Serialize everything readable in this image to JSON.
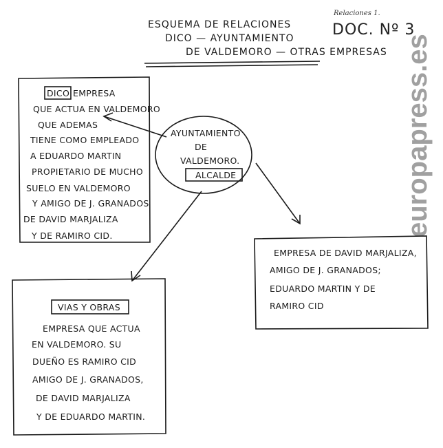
{
  "header": {
    "title_lines": [
      "ESQUEMA DE RELACIONES",
      "DICO — AYUNTAMIENTO",
      "DE VALDEMORO — OTRAS EMPRESAS"
    ],
    "note": "Relaciones 1.",
    "doc_number": "DOC. Nº 3"
  },
  "watermark": "europapress.es",
  "dico_box": {
    "label": "DICO",
    "lines": [
      "EMPRESA",
      "QUE ACTUA EN VALDEMORO",
      "QUE ADEMAS",
      "TIENE COMO EMPLEADO",
      "A EDUARDO MARTIN",
      "PROPIETARIO DE MUCHO",
      "SUELO EN VALDEMORO",
      "Y AMIGO DE J. GRANADOS",
      "DE DAVID MARJALIZA",
      "Y DE RAMIRO CID."
    ]
  },
  "ayuntamiento": {
    "lines": [
      "AYUNTAMIENTO",
      "DE",
      "VALDEMORO."
    ],
    "label": "ALCALDE"
  },
  "right_box": {
    "lines": [
      "EMPRESA DE DAVID MARJALIZA,",
      "AMIGO DE J. GRANADOS;",
      "EDUARDO MARTIN Y DE",
      "RAMIRO CID"
    ]
  },
  "vias_box": {
    "label": "VIAS Y OBRAS",
    "lines": [
      "EMPRESA QUE ACTUA",
      "EN VALDEMORO. SU",
      "DUEÑO ES RAMIRO CID",
      "AMIGO DE J. GRANADOS,",
      "DE DAVID MARJALIZA",
      "Y DE EDUARDO MARTIN."
    ]
  }
}
